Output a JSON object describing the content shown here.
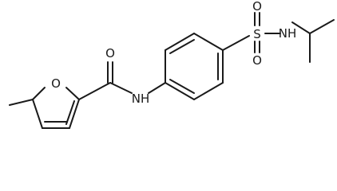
{
  "molecule": {
    "atom_labels": {
      "furan_oxygen": "O",
      "carbonyl_oxygen": "O",
      "amide_nh": "NH",
      "sulfur": "S",
      "sulfonyl_oxygen_top": "O",
      "sulfonyl_oxygen_bottom": "O",
      "sulfonamide_nh": "NH"
    }
  },
  "colors": {
    "bond": "#1a1a1a",
    "label": "#1a1a1a",
    "background": "#ffffff"
  }
}
